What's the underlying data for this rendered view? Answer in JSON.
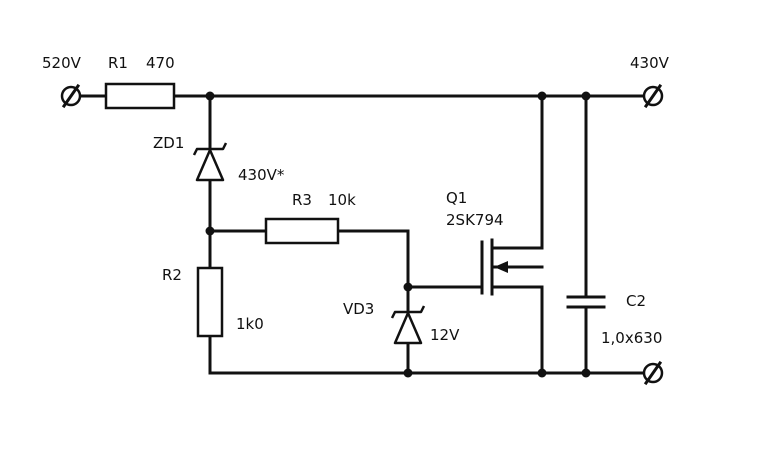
{
  "input": {
    "voltage": "520V"
  },
  "output": {
    "voltage": "430V"
  },
  "r1": {
    "ref": "R1",
    "value": "470"
  },
  "zd1": {
    "ref": "ZD1",
    "value": "430V*"
  },
  "r3": {
    "ref": "R3",
    "value": "10k"
  },
  "q1": {
    "ref": "Q1",
    "part": "2SK794"
  },
  "r2": {
    "ref": "R2",
    "value": "1k0"
  },
  "vd3": {
    "ref": "VD3",
    "value": "12V"
  },
  "c2": {
    "ref": "C2",
    "value": "1,0x630"
  }
}
